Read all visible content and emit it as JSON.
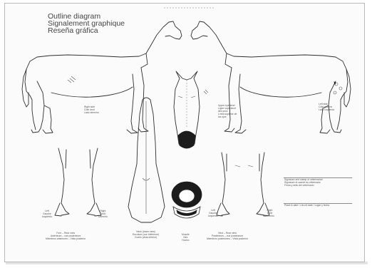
{
  "title": {
    "line1": "Outline diagram",
    "line2": "Signalement graphique",
    "line3": "Reseña gráfica"
  },
  "labels": {
    "right_side": "Right side\nCôté droit\nLado derecho",
    "left_side": "Left side\nCôté gauche\nLado izquierdo",
    "upper_eye": "Upper eye level\nLigne supérieure\ndes yeux\nLínea superior de\nlos ojos",
    "fore_left": "Left\nGauche\nIzquierdo",
    "fore_right": "Right\nDroit\nDerecho",
    "fore_caption": "Fore – Rear view\nAntérieurs – vue postérieure\nMiembros anteriores – Vista posterior",
    "neck_caption": "Neck (lower view)\nEncolure (vue inférieure)\nCuello (vista inferior)",
    "muzzle": "Muzzle\nNez\nHocico",
    "hind_left": "Left\nGauche\nIzquierdo",
    "hind_right": "Right\nDroit\nDerecho",
    "hind_caption": "Hind – Rear view\nPostérieurs – vue postérieure\nMiembros posteriores – Vista posterior",
    "signature": "Signature and stamp of veterinarian\nSignature et cachet du vétérinaire\nFirma y sello del veterinario",
    "place_date": "Place & date / Lieu et date / Lugar y fecha"
  },
  "colors": {
    "ink": "#2d2d2d",
    "paper": "#fbfbfb"
  }
}
